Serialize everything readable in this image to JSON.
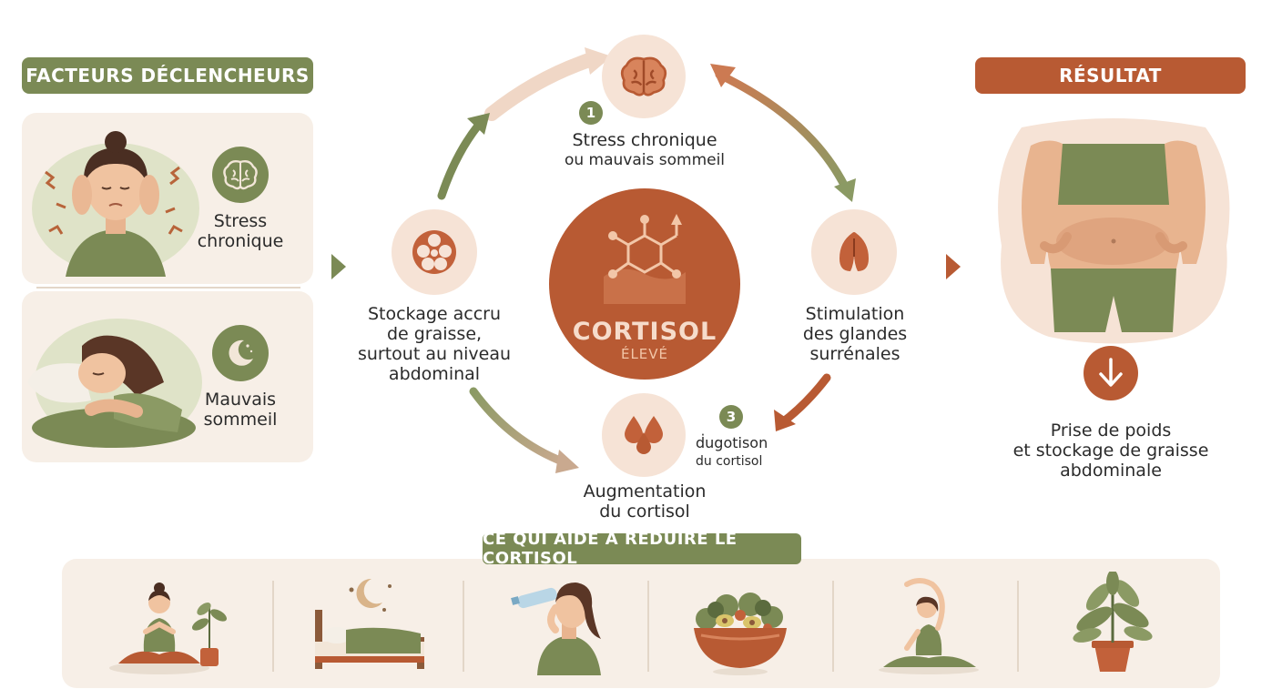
{
  "triggers": {
    "header": "FACTEURS DÉCLENCHEURS",
    "items": [
      {
        "label_line1": "Stress",
        "label_line2": "chronique",
        "icon": "brain-icon"
      },
      {
        "label_line1": "Mauvais",
        "label_line2": "sommeil",
        "icon": "moon-icon"
      }
    ]
  },
  "cycle": {
    "center": {
      "title": "CORTISOL",
      "subtitle": "ÉLEVÉ"
    },
    "step1": {
      "number": "1",
      "line1": "Stress chronique",
      "line2": "ou mauvais sommeil",
      "icon": "brain-icon"
    },
    "step2": {
      "line1": "Stimulation",
      "line2": "des glandes",
      "line3": "surrénales",
      "icon": "adrenal-gland-icon"
    },
    "step3": {
      "number": "3",
      "line1": "Augmentation",
      "line2": "du cortisol",
      "side_line1": "ḋugotison",
      "side_line2": "du cortisol",
      "icon": "drops-icon"
    },
    "step4": {
      "line1": "Stockage accru",
      "line2": "de graisse,",
      "line3": "surtout au niveau",
      "line4": "abdominal",
      "icon": "fat-cell-icon"
    }
  },
  "result": {
    "header": "RÉSULTAT",
    "line1": "Prise de poids",
    "line2": "et stockage de graisse",
    "line3": "abdominale",
    "icon": "arrow-down-icon"
  },
  "help": {
    "header": "CE QUI AIDE À RÉDUIRE LE CORTISOL",
    "items": [
      "meditation-icon",
      "sleep-bed-icon",
      "hydration-icon",
      "salad-bowl-icon",
      "stretching-icon",
      "plant-icon"
    ]
  },
  "colors": {
    "green": "#7b8a55",
    "rust": "#b85a33",
    "peach": "#f6e3d6",
    "cream": "#f7efe7"
  }
}
